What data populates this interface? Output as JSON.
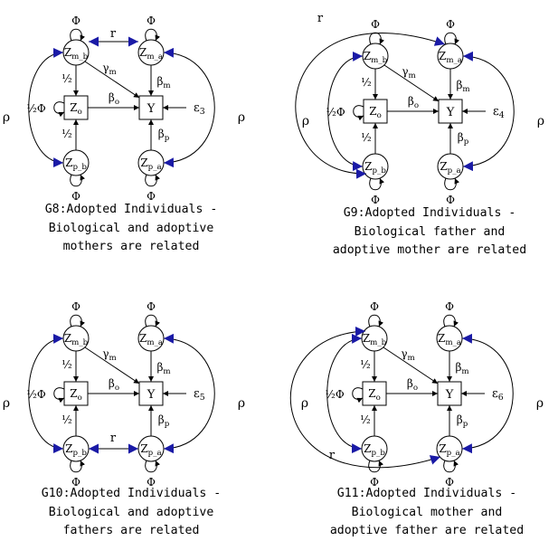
{
  "diagrams": [
    {
      "id": "G8",
      "caption": [
        "G8:Adopted Individuals -",
        "Biological and adoptive",
        "mothers are related"
      ],
      "r_between": "mothers",
      "epsilon": {
        "sym": "ε",
        "sub": "3"
      }
    },
    {
      "id": "G9",
      "caption": [
        "G9:Adopted Individuals -",
        "Biological father and",
        "adoptive mother are related"
      ],
      "r_between": "pb-ma",
      "epsilon": {
        "sym": "ε",
        "sub": "4"
      }
    },
    {
      "id": "G10",
      "caption": [
        "G10:Adopted Individuals -",
        "Biological and adoptive",
        "fathers are related"
      ],
      "r_between": "fathers",
      "epsilon": {
        "sym": "ε",
        "sub": "5"
      }
    },
    {
      "id": "G11",
      "caption": [
        "G11:Adopted Individuals -",
        "Biological mother and",
        "adoptive father are related"
      ],
      "r_between": "mb-pa",
      "epsilon": {
        "sym": "ε",
        "sub": "6"
      }
    }
  ],
  "labels": {
    "phi": "Φ",
    "half": "½",
    "half_phi": "½Φ",
    "rho": "ρ",
    "r": "r",
    "Y": "Y",
    "Z": "Z",
    "sub_mb": "m_b",
    "sub_ma": "m_a",
    "sub_pb": "p_b",
    "sub_pa": "p_a",
    "sub_o": "o",
    "beta": "β",
    "gamma": "γ",
    "sub_m": "m",
    "sub_p": "p"
  }
}
